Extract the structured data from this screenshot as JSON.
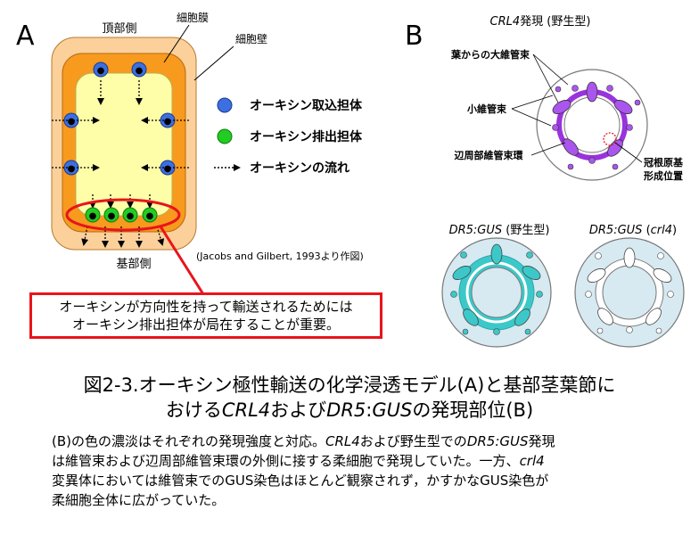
{
  "panel_a": {
    "letter": "A",
    "apex_label": "頂部側",
    "base_label": "基部側",
    "membrane_label": "細胞膜",
    "wall_label": "細胞壁",
    "legend": [
      {
        "label": "オーキシン取込担体",
        "color": "#3d6fe0"
      },
      {
        "label": "オーキシン排出担体",
        "color": "#22cc22"
      },
      {
        "label": "オーキシンの流れ"
      }
    ],
    "citation": "(Jacobs and Gilbert, 1993より作図)",
    "callout_line1": "オーキシンが方向性を持って輸送されるためには",
    "callout_line2": "オーキシン排出担体が局在することが重要。"
  },
  "panel_b": {
    "letter": "B",
    "crl4_title_italic": "CRL4",
    "crl4_title_rest": "発現 (野生型)",
    "label_large_bundle": "葉からの大維管束",
    "label_small_bundle": "小維管束",
    "label_peripheral_ring": "辺周部維管束環",
    "label_crown_root_1": "冠根原基",
    "label_crown_root_2": "形成位置",
    "dr5_wt_italic": "DR5:GUS",
    "dr5_wt_rest": " (野生型)",
    "dr5_mut_italic": "DR5:GUS",
    "dr5_mut_open": " (",
    "dr5_mut_gene": "crl4",
    "dr5_mut_close": ")"
  },
  "colors": {
    "cell_wall": "#fbd09a",
    "cell_membrane": "#f79a1e",
    "cytoplasm": "#fefea8",
    "influx_carrier": "#3d6fe0",
    "efflux_carrier": "#22cc22",
    "highlight_red": "#e8141c",
    "crl4_purple": "#9933dd",
    "dr5_teal": "#3cc8c8",
    "dr5_pale": "#d7e9f1"
  },
  "caption": {
    "title_line1": "図2-3.オーキシン極性輸送の化学浸透モデル(A)と基部茎葉節に",
    "title_line2_pre": "おける",
    "title_line2_crl4": "CRL4",
    "title_line2_and": "および",
    "title_line2_dr5": "DR5",
    "title_line2_colon": ":",
    "title_line2_gus": "GUS",
    "title_line2_post": "の発現部位(B)",
    "body_l1_pre": "(B)の色の濃淡はそれぞれの発現強度と対応。",
    "body_l1_crl4": "CRL4",
    "body_l1_mid": "および野生型での",
    "body_l1_dr5gus": "DR5:GUS",
    "body_l1_post": "発現",
    "body_l2": "は維管束および辺周部維管束環の外側に接する柔細胞で発現していた。一方、",
    "body_l2_crl4": "crl4",
    "body_l3": "変異体においては維管束でのGUS染色はほとんど観察されず，かすかなGUS染色が",
    "body_l4": "柔細胞全体に広がっていた。"
  }
}
